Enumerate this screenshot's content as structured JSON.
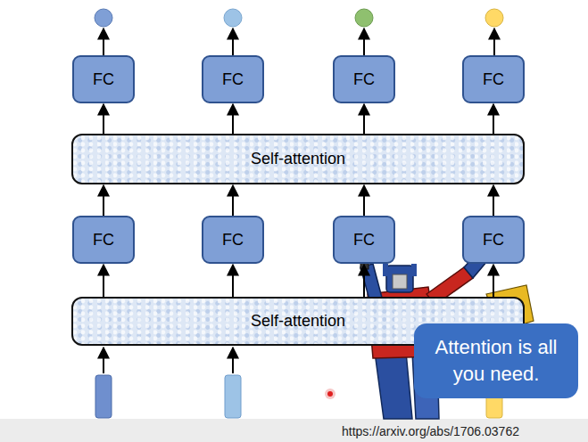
{
  "diagram": {
    "nodes": [
      {
        "text": [
          "FC"
        ]
      },
      {
        "text": [
          "FC"
        ]
      },
      {
        "text": [
          "FC"
        ]
      },
      {
        "text": [
          "FC"
        ]
      },
      {
        "text": [
          "Self-attention"
        ]
      },
      {
        "text": [
          "FC"
        ]
      },
      {
        "text": [
          "FC"
        ]
      },
      {
        "text": [
          "FC"
        ]
      },
      {
        "text": [
          "FC"
        ]
      },
      {
        "text": [
          "Self-attention"
        ]
      },
      {
        "text": [
          "Attention is all you need."
        ]
      }
    ],
    "edges": [
      {
        "from": 9,
        "to": 5,
        "arrow": "to"
      },
      {
        "from": 9,
        "to": 6,
        "arrow": "to"
      },
      {
        "from": 9,
        "to": 7,
        "arrow": "to"
      },
      {
        "from": 9,
        "to": 8,
        "arrow": "to"
      },
      {
        "from": 5,
        "to": 4,
        "arrow": "to"
      },
      {
        "from": 6,
        "to": 4,
        "arrow": "to"
      },
      {
        "from": 7,
        "to": 4,
        "arrow": "to"
      },
      {
        "from": 8,
        "to": 4,
        "arrow": "to"
      },
      {
        "from": 4,
        "to": 0,
        "arrow": "to"
      },
      {
        "from": 4,
        "to": 1,
        "arrow": "to"
      },
      {
        "from": 4,
        "to": 2,
        "arrow": "to"
      },
      {
        "from": 4,
        "to": 3,
        "arrow": "to"
      }
    ],
    "labels": [
      "https://arxiv.org/abs/1706.03762"
    ]
  }
}
